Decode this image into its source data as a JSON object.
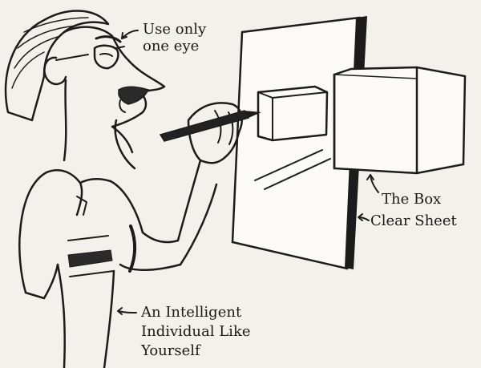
{
  "labels": {
    "eye_line1": "Use only",
    "eye_line2": "one eye",
    "box": "The Box",
    "sheet": "Clear Sheet",
    "person_line1": "An Intelligent",
    "person_line2": "Individual Like",
    "person_line3": "Yourself"
  }
}
